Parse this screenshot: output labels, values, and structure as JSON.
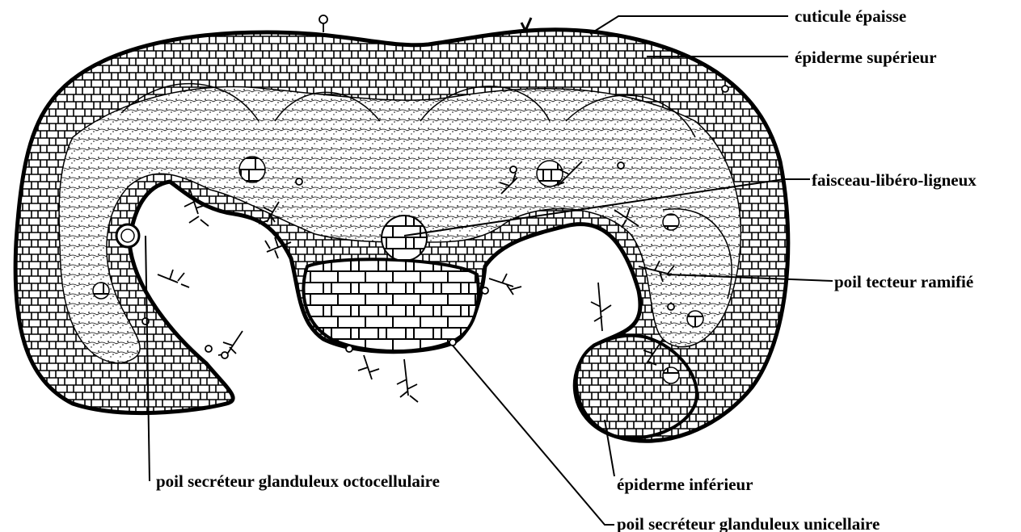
{
  "labels": {
    "cuticle": "cuticule  épaisse",
    "upper_epidermis": "épiderme supérieur",
    "vascular_bundle": "faisceau-libéro-ligneux",
    "branched_hair": "poil tecteur ramifié",
    "octocellular_gland": "poil secréteur glanduleux octocellulaire",
    "lower_epidermis": "épiderme inférieur",
    "unicellular_gland": "poil secréteur glanduleux unicellaire"
  },
  "colors": {
    "ink": "#000000",
    "paper": "#ffffff"
  }
}
